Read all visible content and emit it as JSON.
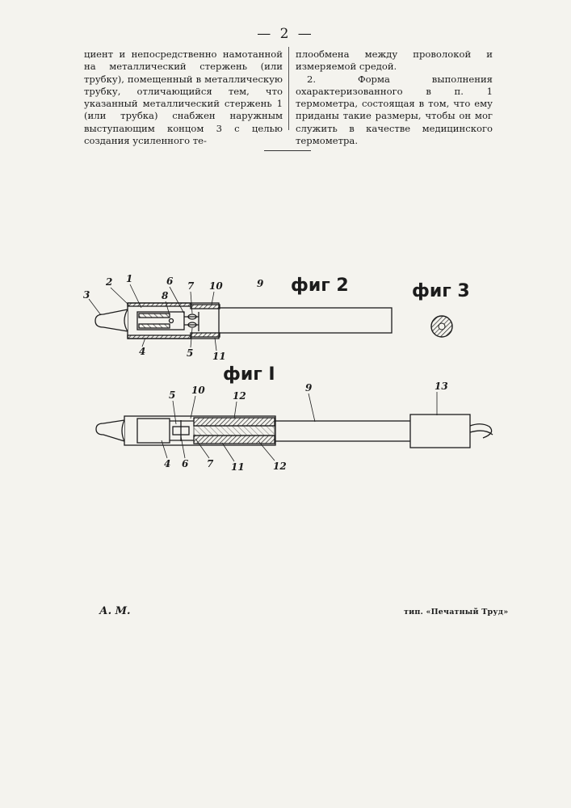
{
  "page_number": "— 2 —",
  "left_column": {
    "text": "циент и непосредственно намотанной на металлический стержень (или трубку), помещенный в металлическую трубку, отличающийся тем, что указанный металлический стержень 1 (или трубка) снабжен наружным выступающим концом 3 с целью создания усиленного те-"
  },
  "right_column": {
    "paragraph_1": "плообмена между проволокой и измеряемой средой.",
    "paragraph_2": "2. Форма выполнения охарактеризованного в п. 1 термометра, состоящая в том, что ему приданы такие размеры, чтобы он мог служить в качестве медицинского термометра."
  },
  "figures": {
    "fig2_title": "фиг 2",
    "fig3_title": "фиг 3",
    "fig1_title": "фиг I",
    "fig2_labels": {
      "l1": "1",
      "l2": "2",
      "l3": "3",
      "l4": "4",
      "l5": "5",
      "l6": "6",
      "l7": "7",
      "l8": "8",
      "l9": "9",
      "l10": "10",
      "l11": "11"
    },
    "fig1_labels": {
      "l4": "4",
      "l5": "5",
      "l6": "6",
      "l7": "7",
      "l9": "9",
      "l10": "10",
      "l11": "11",
      "l12a": "12",
      "l12b": "12",
      "l13": "13"
    }
  },
  "footer": {
    "left": "А. М.",
    "right": "тип. «Печатный Труд»"
  }
}
